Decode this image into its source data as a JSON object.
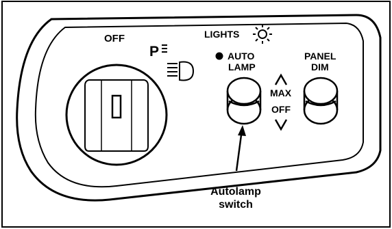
{
  "diagram": {
    "labels": {
      "off": "OFF",
      "parking": "P",
      "lights": "LIGHTS",
      "auto_line1": "AUTO",
      "auto_line2": "LAMP",
      "panel_line1": "PANEL",
      "panel_line2": "DIM",
      "max": "MAX",
      "off_lower": "OFF"
    },
    "callout": {
      "line1": "Autolamp",
      "line2": "switch"
    },
    "icons": [
      "sun-icon",
      "headlamp-icon",
      "parking-lamp-icon",
      "arrow-up-icon",
      "arrow-down-icon",
      "indicator-dot-icon"
    ]
  }
}
